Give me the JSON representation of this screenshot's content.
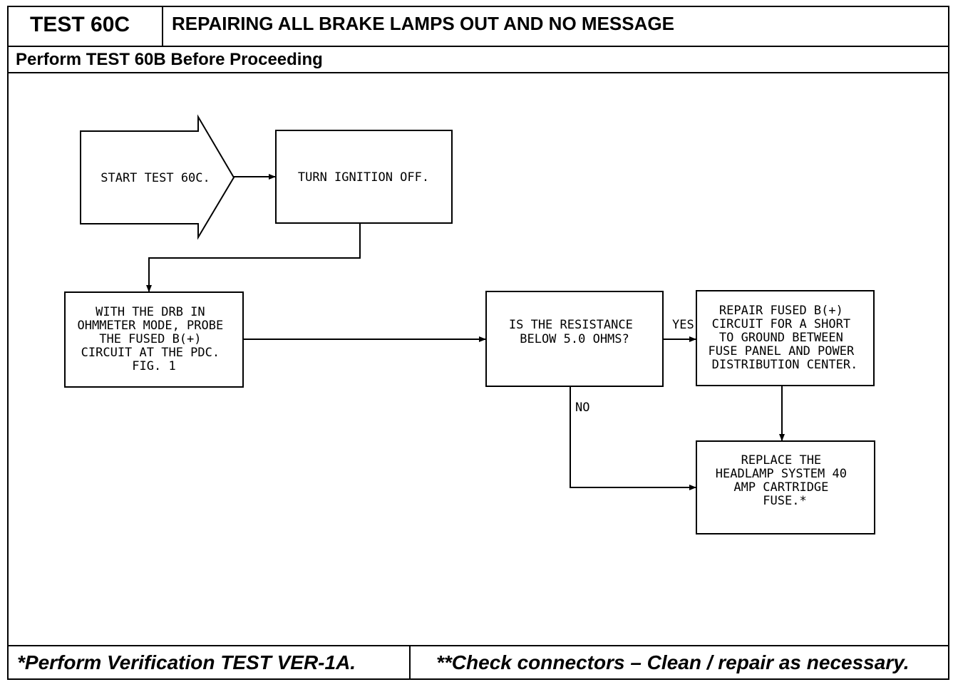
{
  "header": {
    "test_id": "TEST 60C",
    "title": "REPAIRING ALL BRAKE LAMPS OUT AND NO MESSAGE",
    "prerequisite": "Perform TEST 60B Before Proceeding"
  },
  "flowchart": {
    "start": [
      "START TEST 60C."
    ],
    "ignition": [
      "TURN IGNITION OFF."
    ],
    "probe": [
      "WITH THE DRB IN",
      "OHMMETER MODE, PROBE",
      "THE FUSED B(+)",
      "CIRCUIT AT THE PDC.",
      "FIG. 1"
    ],
    "question": [
      "IS THE RESISTANCE",
      "BELOW 5.0 OHMS?"
    ],
    "repair": [
      "REPAIR FUSED B(+)",
      "CIRCUIT FOR A SHORT",
      "TO GROUND BETWEEN",
      "FUSE PANEL AND POWER",
      "DISTRIBUTION CENTER."
    ],
    "replace": [
      "REPLACE THE",
      "HEADLAMP SYSTEM 40",
      "AMP CARTRIDGE",
      "FUSE.*"
    ],
    "yes_label": "YES",
    "no_label": "NO"
  },
  "footer": {
    "left": "*Perform Verification TEST VER-1A.",
    "right": "**Check connectors – Clean / repair as necessary."
  }
}
